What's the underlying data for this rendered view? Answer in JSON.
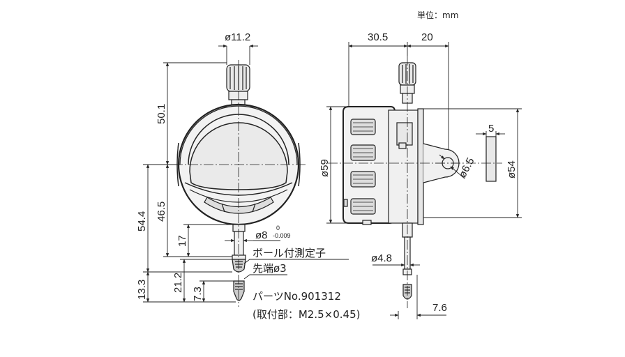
{
  "unit_label": "単位：mm",
  "front_view": {
    "stem_dia": "ø11.2",
    "dim_50_1": "50.1",
    "dim_46_5": "46.5",
    "dim_54_4": "54.4",
    "dim_17": "17",
    "spindle_dia": "ø8",
    "spindle_tol_upper": "0",
    "spindle_tol_lower": "-0.009",
    "dim_21_2": "21.2",
    "dim_13_3": "13.3",
    "dim_7_3": "7.3"
  },
  "notes": {
    "ball_contact": "ボール付測定子",
    "tip": "先端ø3",
    "parts_no": "パーツNo.901312",
    "mount": "(取付部：M2.5×0.45)"
  },
  "side_view": {
    "dim_30_5": "30.5",
    "dim_20": "20",
    "dia_59": "ø59",
    "dia_54": "ø54",
    "dim_5": "5",
    "lug_hole": "ø6.5",
    "spindle_dia": "ø4.8",
    "dim_7_6": "7.6"
  }
}
